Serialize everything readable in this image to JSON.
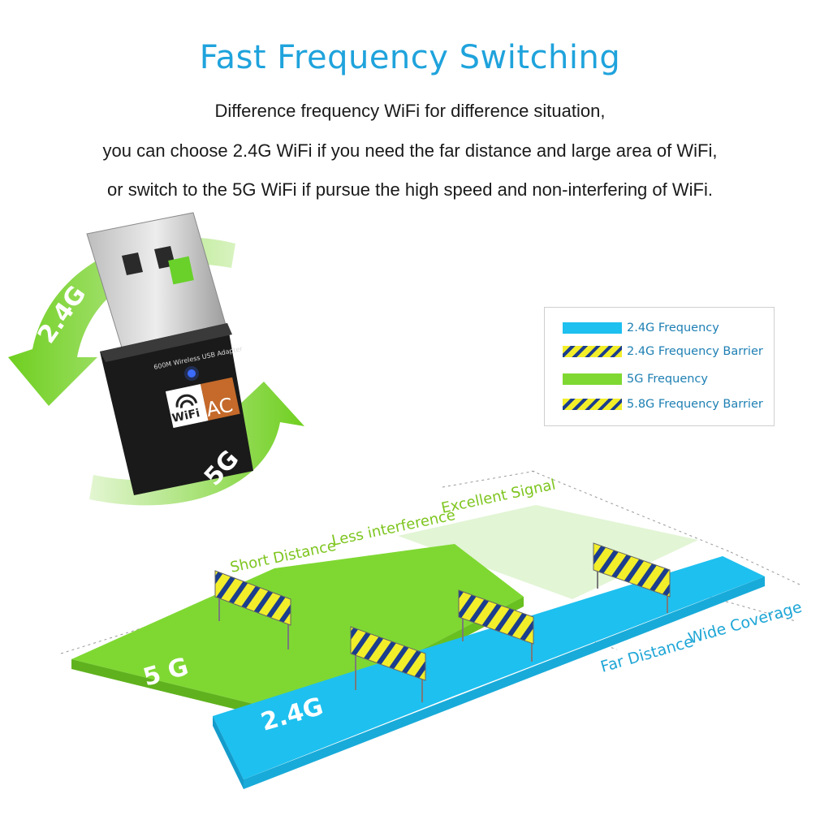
{
  "header": {
    "title": "Fast Frequency Switching",
    "lines": [
      "Difference frequency WiFi for difference situation,",
      "you can choose 2.4G WiFi if you need the far distance and large area of WiFi,",
      "or switch to the 5G WiFi if pursue the high speed and non-interfering of WiFi."
    ]
  },
  "adapter": {
    "model_text": "600M Wireless USB Adapter",
    "wifi_text": "WiFi",
    "ac_text": "AC",
    "band_24": "2.4G",
    "band_5": "5G"
  },
  "legend": {
    "items": [
      {
        "label": "2.4G Frequency",
        "swatch": "blue"
      },
      {
        "label": "2.4G Frequency Barrier",
        "swatch": "stripe"
      },
      {
        "label": "5G Frequency",
        "swatch": "green"
      },
      {
        "label": "5.8G Frequency Barrier",
        "swatch": "stripe"
      }
    ]
  },
  "diagram": {
    "label_5g": "5 G",
    "label_24g": "2.4G",
    "short_distance": "Short Distance",
    "less_interference": "Less interference",
    "excellent_signal": "Excellent Signal",
    "far_distance": "Far Distance",
    "wide_coverage": "Wide Coverage"
  },
  "colors": {
    "title_blue": "#1fa3dc",
    "band_green": "#7fd832",
    "band_blue": "#1ec0ef",
    "barrier_yellow": "#f2ee2a",
    "barrier_navy": "#1b3d8e",
    "label_text_blue": "#1d7fb3"
  }
}
